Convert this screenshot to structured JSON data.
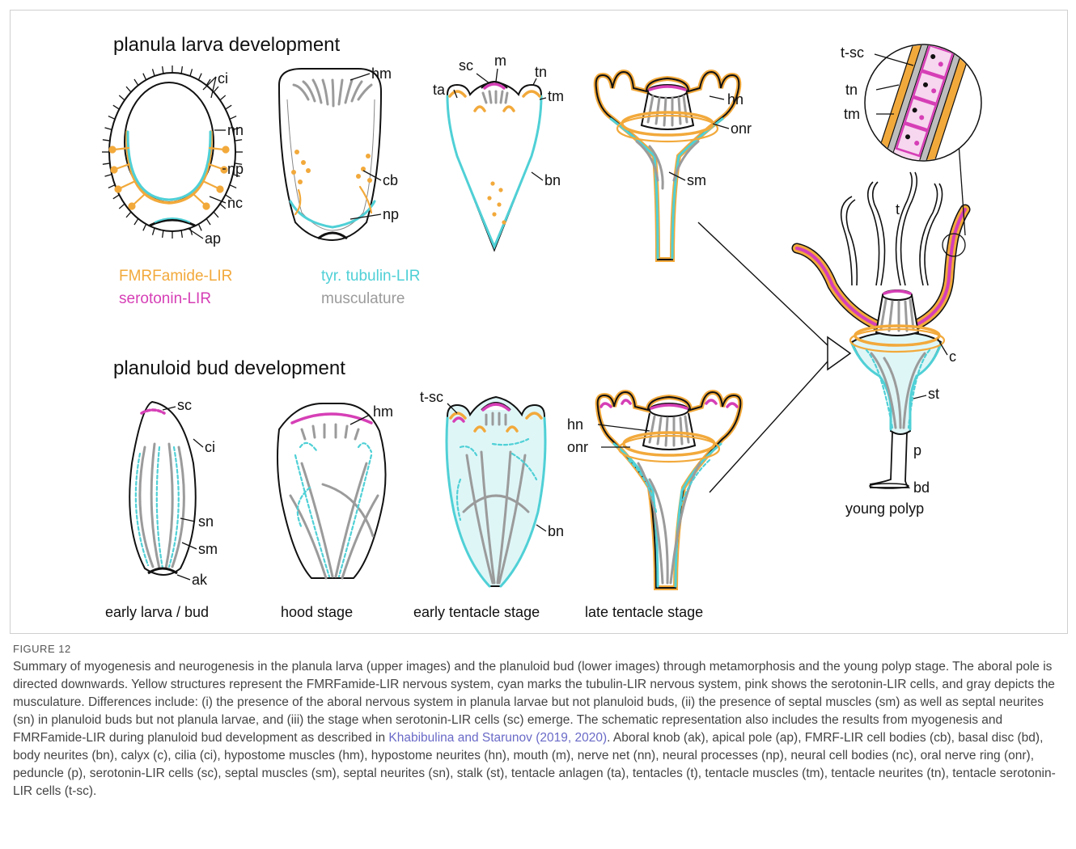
{
  "figure": {
    "headings": {
      "planula": "planula larva development",
      "planuloid": "planuloid bud development"
    },
    "legend": [
      {
        "label": "FMRFamide-LIR",
        "color": "#f2a93b"
      },
      {
        "label": "tyr. tubulin-LIR",
        "color": "#4fd0d6"
      },
      {
        "label": "serotonin-LIR",
        "color": "#d63fb6"
      },
      {
        "label": "musculature",
        "color": "#9b9b9b"
      }
    ],
    "stages": {
      "early": "early larva / bud",
      "hood": "hood stage",
      "early_tentacle": "early tentacle stage",
      "late_tentacle": "late tentacle stage",
      "young_polyp": "young polyp"
    },
    "labels": {
      "ci": "ci",
      "nn": "nn",
      "np": "np",
      "nc": "nc",
      "ap": "ap",
      "hm": "hm",
      "cb": "cb",
      "sc": "sc",
      "m": "m",
      "ta": "ta",
      "tn": "tn",
      "tm": "tm",
      "bn": "bn",
      "hn": "hn",
      "onr": "onr",
      "sm": "sm",
      "tsc": "t-sc",
      "t": "t",
      "c": "c",
      "st": "st",
      "p": "p",
      "bd": "bd",
      "sn": "sn",
      "ak": "ak"
    }
  },
  "caption": {
    "number": "FIGURE 12",
    "text_before_link": "Summary of myogenesis and neurogenesis in the planula larva (upper images) and the planuloid bud (lower images) through metamorphosis and the young polyp stage. The aboral pole is directed downwards. Yellow structures represent the FMRFamide-LIR nervous system, cyan marks the tubulin-LIR nervous system, pink shows the serotonin-LIR cells, and gray depicts the musculature. Differences include: (i) the presence of the aboral nervous system in planula larvae but not planuloid buds, (ii) the presence of septal muscles (sm) as well as septal neurites (sn) in planuloid buds but not planula larvae, and (iii) the stage when serotonin-LIR cells (sc) emerge. The schematic representation also includes the results from myogenesis and FMRFamide-LIR during planuloid bud development as described in ",
    "link": "Khabibulina and Starunov (2019, 2020)",
    "text_after_link": ". Aboral knob (ak), apical pole (ap), FMRF-LIR cell bodies (cb), basal disc (bd), body neurites (bn), calyx (c), cilia (ci), hypostome muscles (hm), hypostome neurites (hn), mouth (m), nerve net (nn), neural processes (np), neural cell bodies (nc), oral nerve ring (onr), peduncle (p), serotonin-LIR cells (sc), septal muscles (sm), septal neurites (sn), stalk (st), tentacle anlagen (ta), tentacles (t), tentacle muscles (tm), tentacle neurites (tn), tentacle serotonin-LIR cells (t-sc)."
  }
}
